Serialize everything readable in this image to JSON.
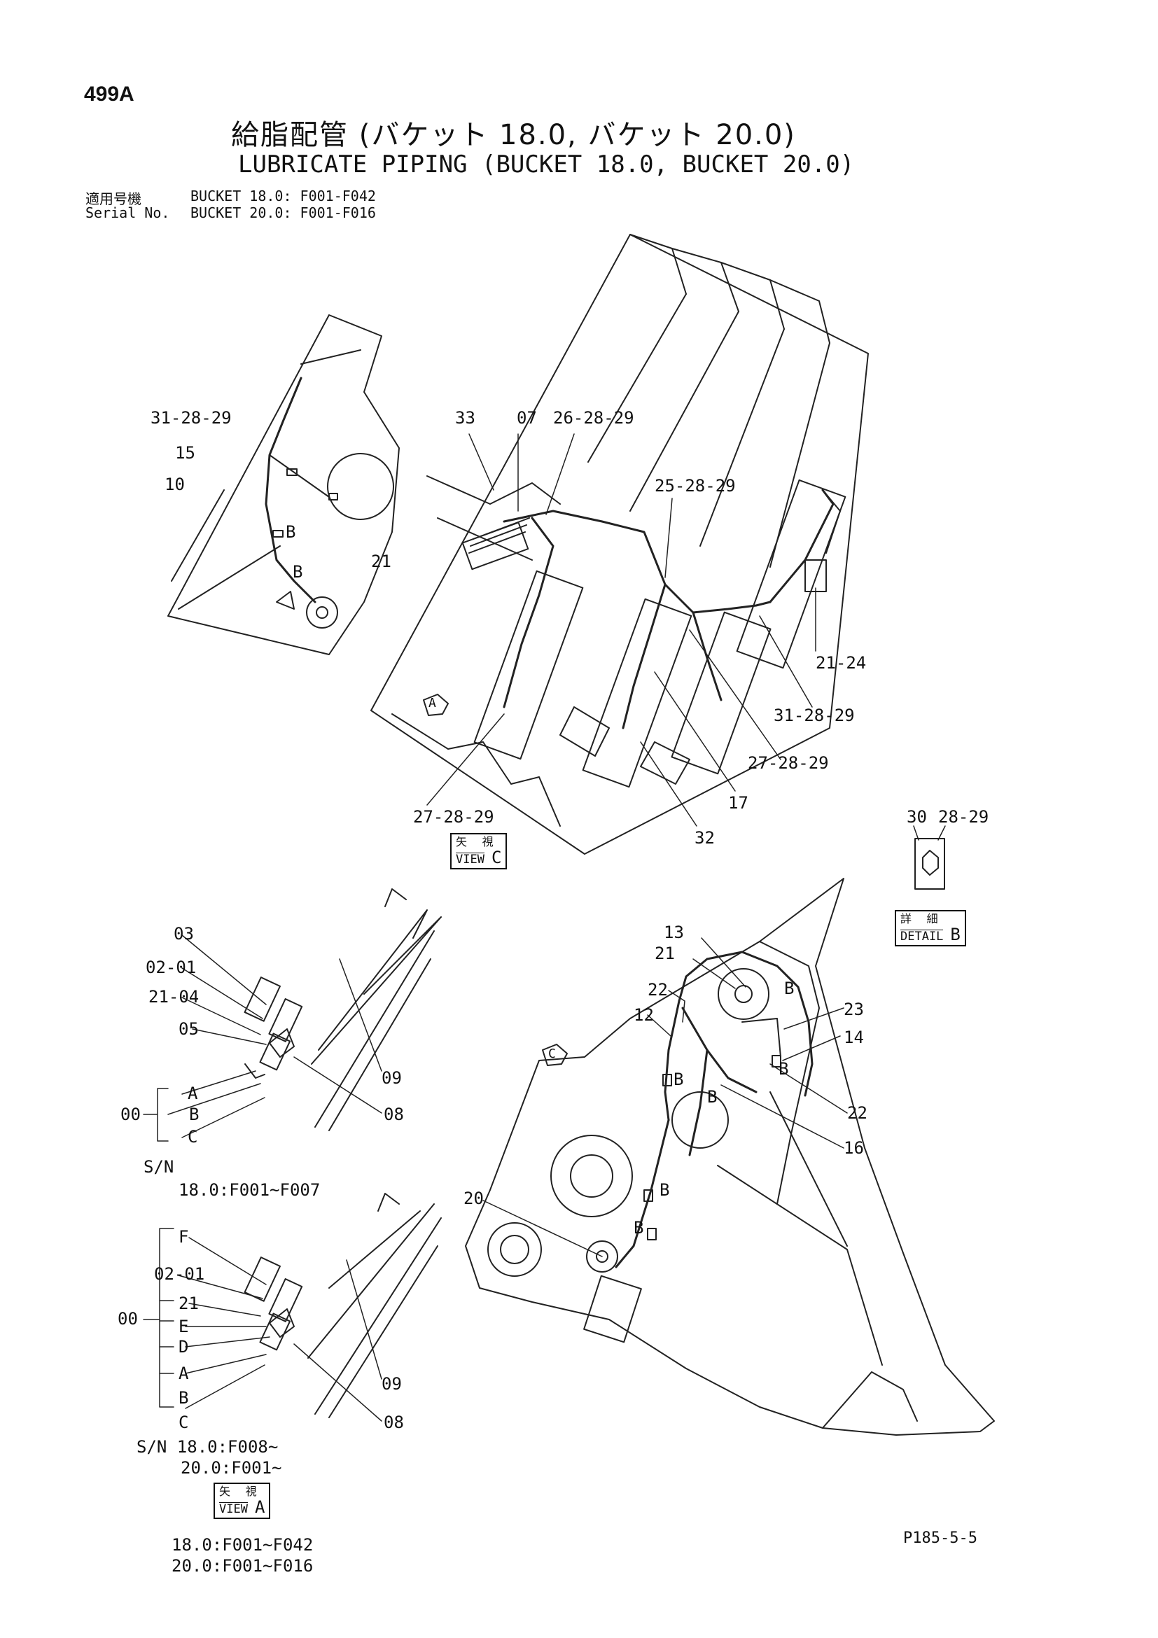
{
  "header": {
    "code": "499A",
    "title_jp": "給脂配管 (バケット 18.0, バケット 20.0)",
    "title_en": "LUBRICATE PIPING (BUCKET 18.0, BUCKET 20.0)",
    "serial_label_jp": "適用号機",
    "serial_label_en": "Serial No.",
    "serial_1": "BUCKET 18.0: F001-F042",
    "serial_2": "BUCKET 20.0: F001-F016"
  },
  "callouts": {
    "tl_31_28_29": "31-28-29",
    "tl_15": "15",
    "tl_10": "10",
    "tl_b1": "B",
    "tl_b2": "B",
    "tl_21": "21",
    "vc_33": "33",
    "vc_07": "07",
    "vc_26_28_29": "26-28-29",
    "vc_25_28_29": "25-28-29",
    "vc_21_24": "21-24",
    "vc_31_28_29": "31-28-29",
    "vc_27_28_29_r": "27-28-29",
    "vc_17": "17",
    "vc_27_28_29_l": "27-28-29",
    "vc_32": "32",
    "vc_a_marker": "A",
    "db_30": "30",
    "db_28_29": "28-29",
    "va1_03": "03",
    "va1_02_01": "02-01",
    "va1_21_04": "21-04",
    "va1_05": "05",
    "va1_a": "A",
    "va1_00": "00",
    "va1_b": "B",
    "va1_c": "C",
    "va1_09": "09",
    "va1_08": "08",
    "va1_sn": "S/N",
    "va1_sn_range": "18.0:F001~F007",
    "va2_f": "F",
    "va2_02_01": "02-01",
    "va2_21": "21",
    "va2_00": "00",
    "va2_e": "E",
    "va2_d": "D",
    "va2_a": "A",
    "va2_b": "B",
    "va2_c": "C",
    "va2_09": "09",
    "va2_08": "08",
    "va2_sn1": "S/N 18.0:F008~",
    "va2_sn2": "20.0:F001~",
    "va2_range1": "18.0:F001~F042",
    "va2_range2": "20.0:F001~F016",
    "bk_13": "13",
    "bk_21": "21",
    "bk_22a": "22",
    "bk_12": "12",
    "bk_23": "23",
    "bk_14": "14",
    "bk_b1": "B",
    "bk_b2": "B",
    "bk_b3": "B",
    "bk_b4": "B",
    "bk_b5": "B",
    "bk_b6": "B",
    "bk_22b": "22",
    "bk_16": "16",
    "bk_20": "20",
    "bk_c_marker": "C"
  },
  "view_c": {
    "jp": "矢 視",
    "en": "VIEW",
    "tag": "C"
  },
  "detail_b": {
    "jp": "詳 細",
    "en": "DETAIL",
    "tag": "B"
  },
  "view_a": {
    "jp": "矢 視",
    "en": "VIEW",
    "tag": "A"
  },
  "page_ref": "P185-5-5"
}
